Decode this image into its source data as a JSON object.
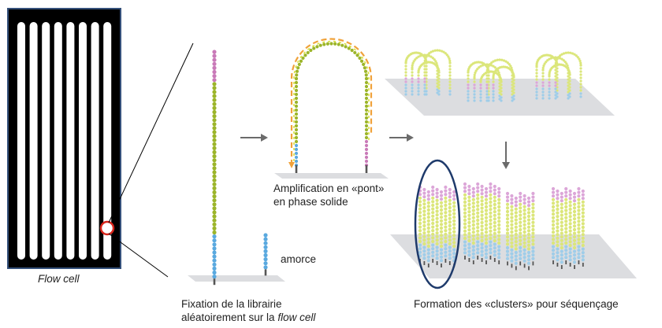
{
  "labels": {
    "flow_cell": "Flow cell",
    "primer": "amorce",
    "bridge_line1": "Amplification en «pont»",
    "bridge_line2": "en phase solide",
    "fixation_line1": "Fixation de la librairie",
    "fixation_line2_prefix": "aléatoirement sur la ",
    "fixation_line2_italic": "flow cell",
    "clusters": "Formation des «clusters» pour séquençage"
  },
  "colors": {
    "flow_cell_bg": "#000000",
    "lane": "#ffffff",
    "flow_cell_border": "#34507a",
    "highlight_circle": "#d9261c",
    "adapter_magenta": "#c97ab8",
    "insert_green": "#9cb52a",
    "adapter_blue": "#5aa9df",
    "anchor_gray": "#555555",
    "surface": "#dcdde0",
    "cluster_pink": "#dca6d8",
    "cluster_yellow": "#dbe67a",
    "cluster_blue": "#9fcde9",
    "dash_orange": "#f0a23a",
    "dash_yellow": "#d8e03c",
    "arrow": "#6b6b6b",
    "ellipse": "#1e3a6b"
  },
  "flow_cell": {
    "lane_count": 8
  }
}
